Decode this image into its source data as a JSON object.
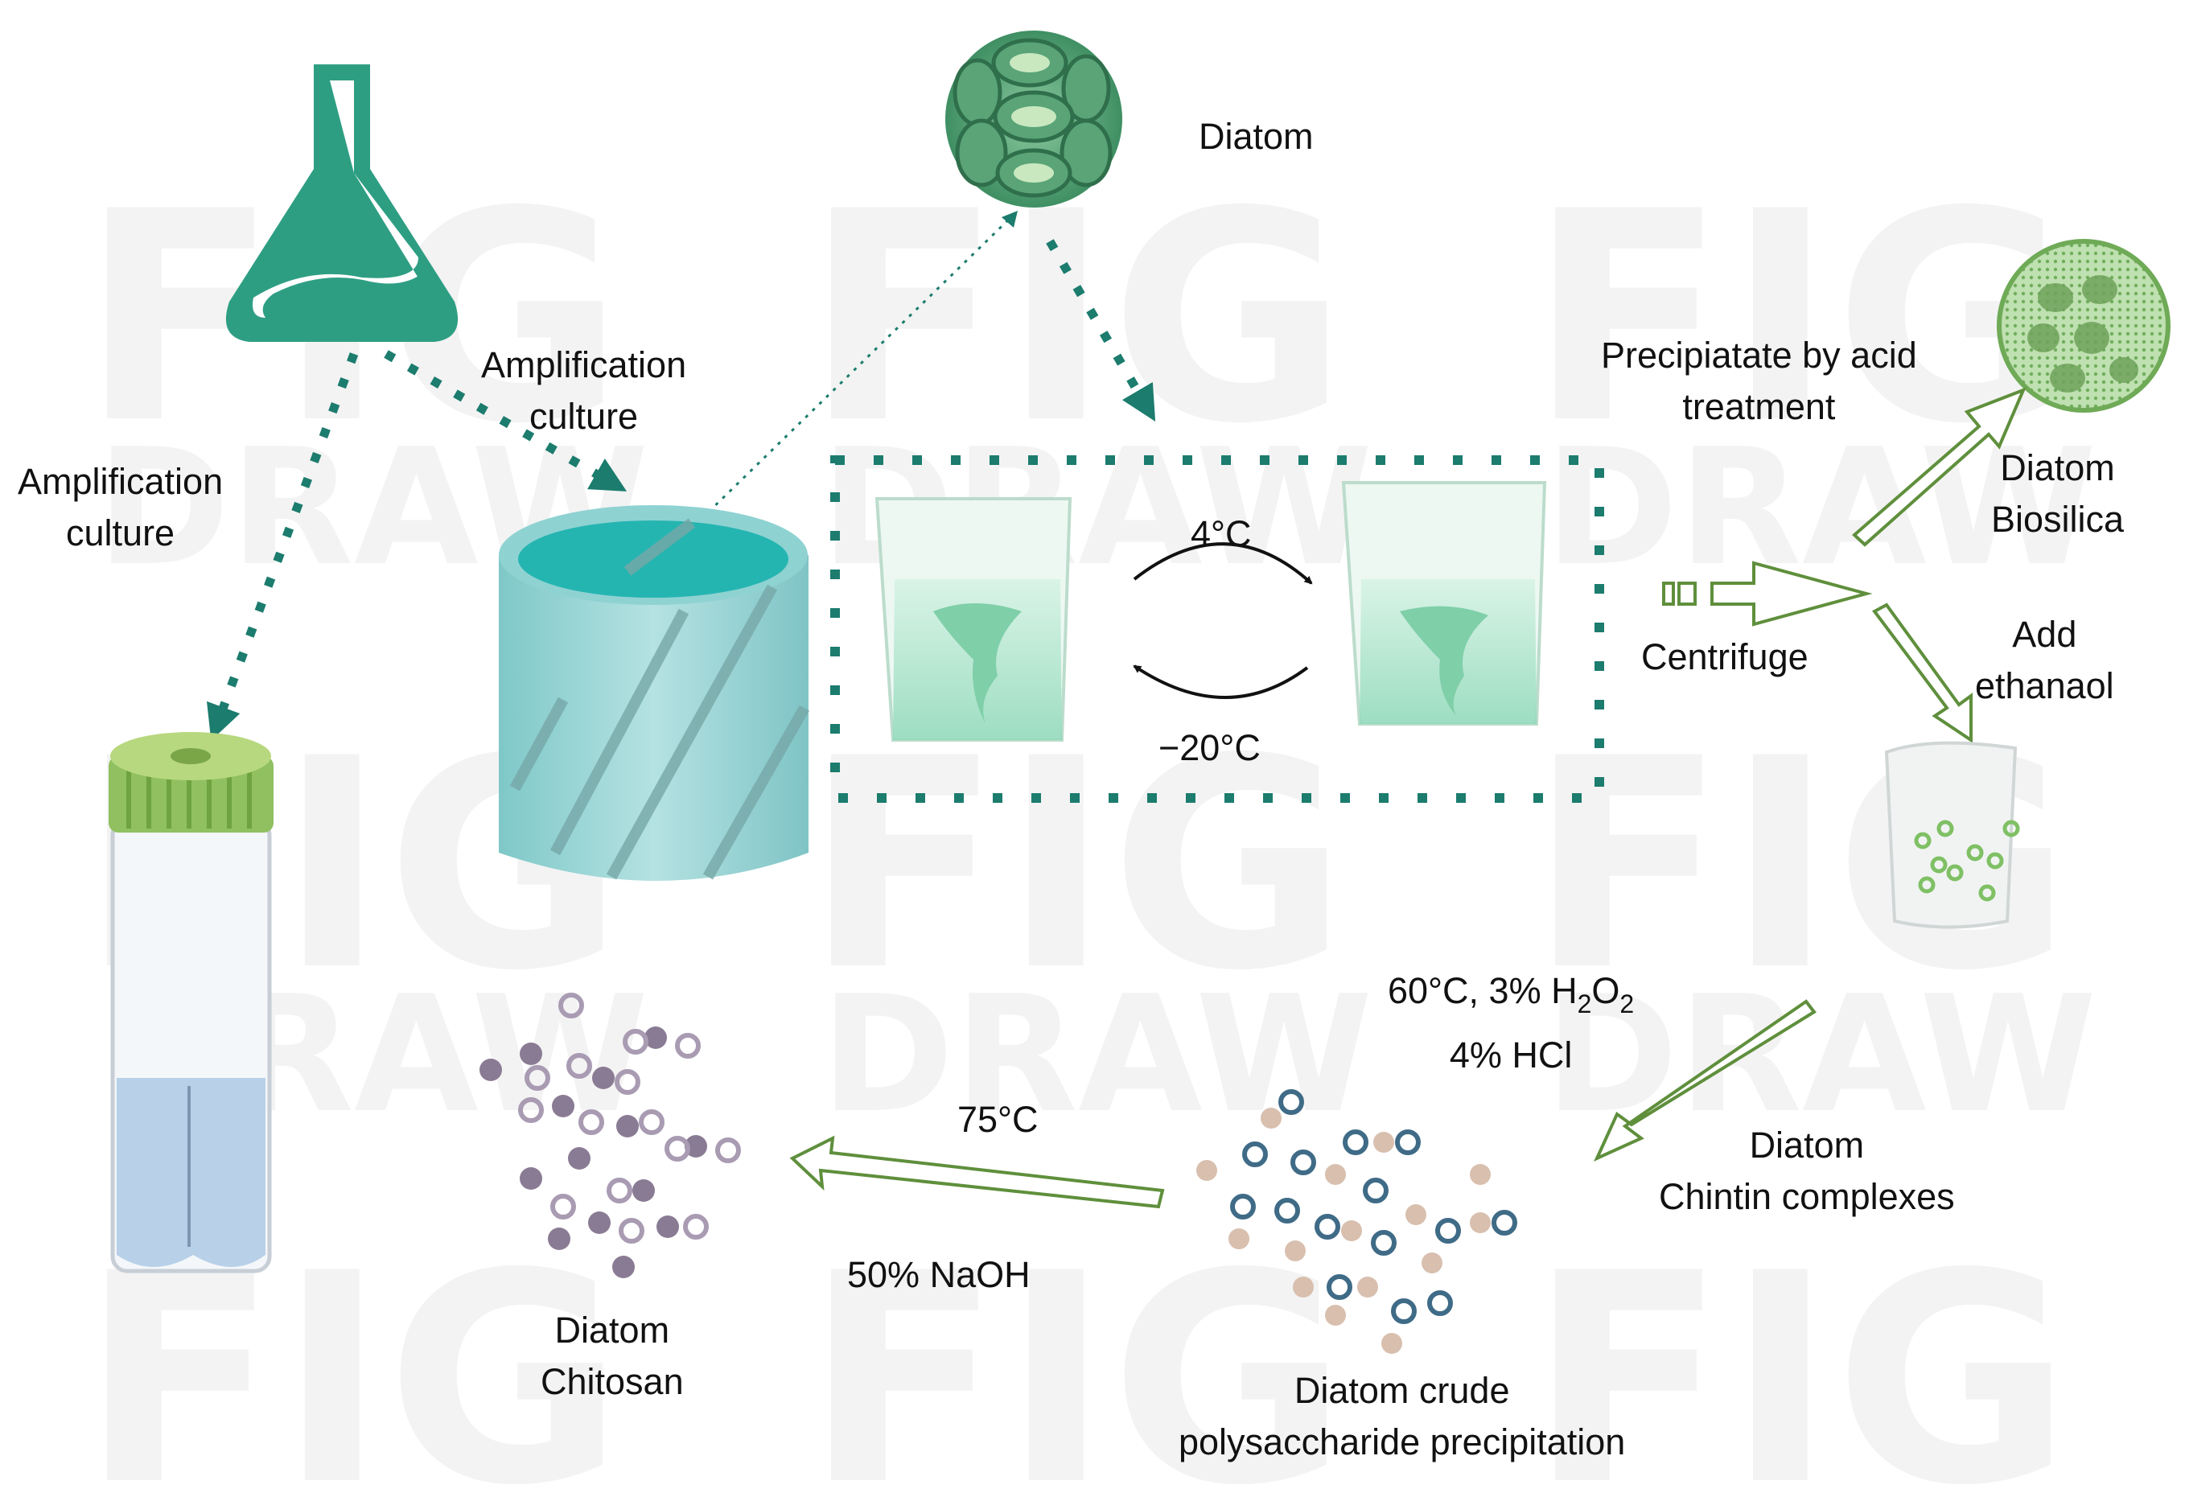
{
  "labels": {
    "diatom": "Diatom",
    "amplification_top": [
      "Amplification",
      "culture"
    ],
    "amplification_left": [
      "Amplification",
      "culture"
    ],
    "precipitate": [
      "Precipiatate by acid",
      "treatment"
    ],
    "biosilica": [
      "Diatom",
      "Biosilica"
    ],
    "temp_up": "4°C",
    "temp_down": "−20°C",
    "centrifuge": "Centrifuge",
    "add_ethanol": [
      "Add",
      "ethanaol"
    ],
    "treatment_line1_pre": "60°C, 3% H",
    "treatment_sub1": "2",
    "treatment_mid": "O",
    "treatment_sub2": "2",
    "treatment_line2": "4% HCl",
    "chitin_complexes": [
      "Diatom",
      "Chintin complexes"
    ],
    "temp_75": "75°C",
    "naoh": "50% NaOH",
    "chitosan": [
      "Diatom",
      "Chitosan"
    ],
    "crude": [
      "Diatom crude",
      "polysaccharide precipitation"
    ]
  },
  "watermark": [
    "FIG",
    "DRAW"
  ],
  "colors": {
    "teal": "#2e9e83",
    "dark_teal": "#1c7c6e",
    "arrow_green": "#5f8f3c",
    "purple": "#8a7b94",
    "blue_ring": "#3f6b87",
    "beige": "#d8bfae"
  }
}
